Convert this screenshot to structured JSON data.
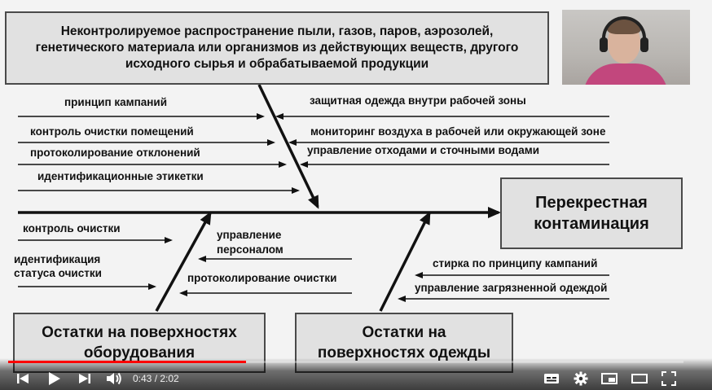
{
  "slide": {
    "top_box": "Неконтролируемое распространение пыли, газов, паров, аэрозолей, генетического материала или организмов из действующих веществ, другого исходного сырья и обрабатываемой продукции",
    "result_box": "Перекрестная контаминация",
    "equipment_box": "Остатки на поверхностях оборудования",
    "clothing_box": "Остатки на поверхностях одежды",
    "left_top_causes": [
      "принцип кампаний",
      "контроль очистки помещений",
      "протоколирование отклонений",
      "идентификационные этикетки"
    ],
    "right_top_causes": [
      "защитная одежда внутри рабочей зоны",
      "мониторинг воздуха в рабочей или окружающей зоне",
      "управление отходами и сточными водами"
    ],
    "equipment_left_causes": [
      "контроль очистки",
      "идентификация статуса очистки"
    ],
    "equipment_right_causes": [
      "управление персоналом",
      "протоколирование очистки"
    ],
    "clothing_causes": [
      "стирка по принципу кампаний",
      "управление загрязненной одеждой"
    ]
  },
  "player": {
    "current_time": "0:43",
    "duration": "2:02",
    "time_separator": " / ",
    "progress": 0.3525,
    "accent_color": "#ff0000",
    "icons": [
      "prev-icon",
      "play-icon",
      "next-icon",
      "volume-icon",
      "subtitles-icon",
      "gear-icon",
      "miniplayer-icon",
      "theater-icon",
      "fullscreen-icon"
    ]
  }
}
